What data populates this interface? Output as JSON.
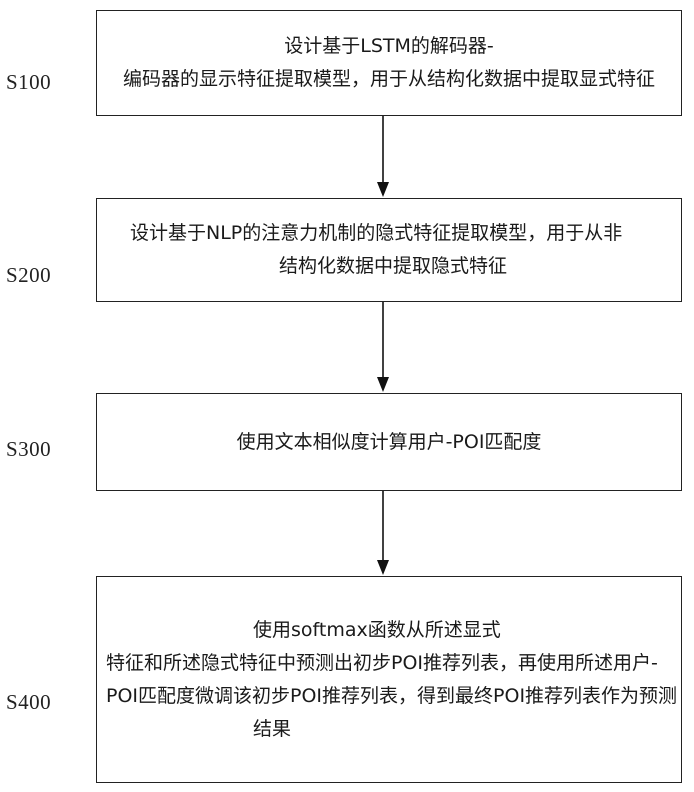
{
  "steps": [
    {
      "label": "S100",
      "lines": [
        "设计基于LSTM的解码器-",
        "编码器的显示特征提取模型，用于从结构化数据中提取显式特征"
      ]
    },
    {
      "label": "S200",
      "lines": [
        "设计基于NLP的注意力机制的隐式特征提取模型，用于从非",
        "结构化数据中提取隐式特征"
      ]
    },
    {
      "label": "S300",
      "lines": [
        "使用文本相似度计算用户-POI匹配度"
      ]
    },
    {
      "label": "S400",
      "lines": [
        "使用softmax函数从所述显式",
        "特征和所述隐式特征中预测出初步POI推荐列表，再使用所述用户-",
        "POI匹配度微调该初步POI推荐列表，得到最终POI推荐列表作为预测",
        "结果"
      ]
    }
  ]
}
